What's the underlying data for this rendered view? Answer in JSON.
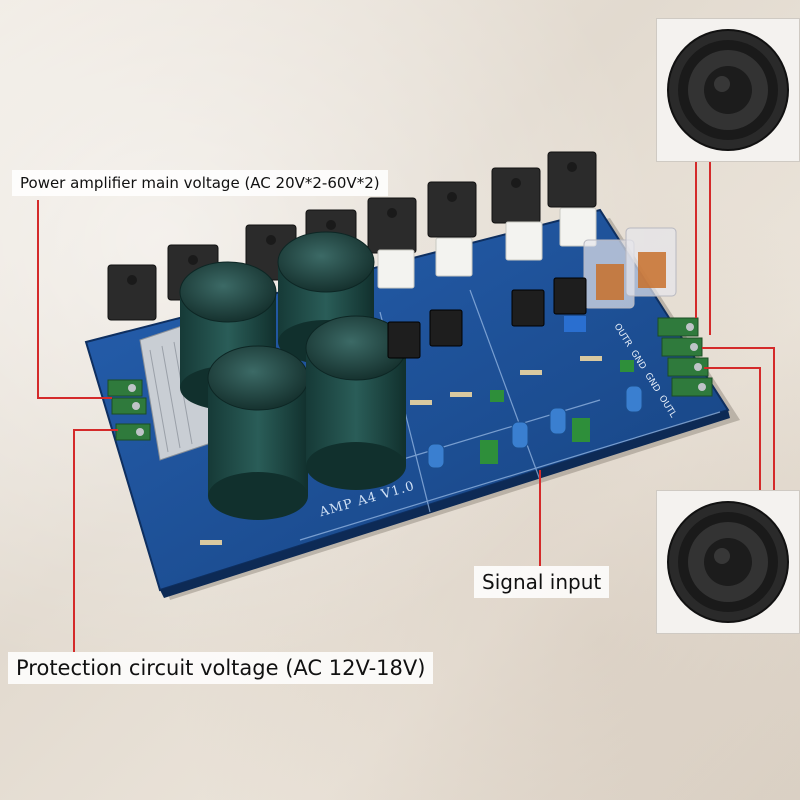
{
  "image": {
    "callouts": {
      "main_voltage": "Power amplifier main voltage (AC 20V*2-60V*2)",
      "signal_input": "Signal input",
      "protection_voltage": "Protection circuit voltage (AC 12V-18V)"
    },
    "board": {
      "silkscreen_title": "AMP A4 V1.0",
      "output_labels": [
        "OUTR",
        "GND",
        "GND",
        "OUTL"
      ]
    },
    "colors": {
      "pcb": "#1d4f9a",
      "capacitor": "#1e4b48",
      "callout_line": "#d42a2a",
      "transistor": "#2b2b2b",
      "heatsink": "#c9ced4",
      "terminal": "#2f7a3c"
    },
    "icons": [
      "speaker-icon",
      "speaker-icon"
    ]
  }
}
